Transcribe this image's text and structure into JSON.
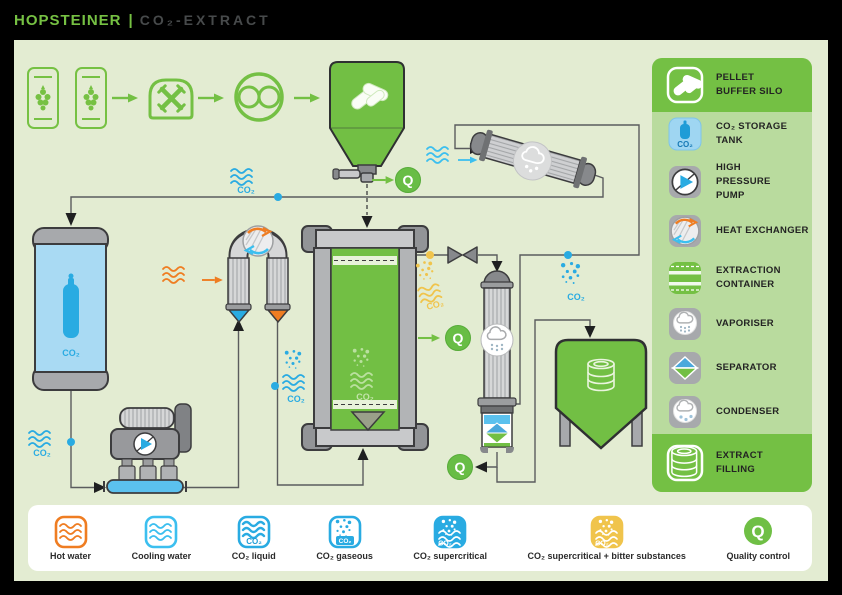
{
  "header": {
    "brand": "HOPSTEINER",
    "divider": "|",
    "title": "CO₂-EXTRACT"
  },
  "strings": {
    "co2": "CO₂",
    "q": "Q"
  },
  "sidebar": {
    "items": [
      {
        "label": "PELLET\nBUFFER SILO",
        "icon": "pellet-silo-icon",
        "highlight": true
      },
      {
        "label": "CO₂ STORAGE TANK",
        "icon": "co2-tank-icon",
        "highlight": false
      },
      {
        "label": "HIGH\nPRESSURE\nPUMP",
        "icon": "pump-icon",
        "highlight": false
      },
      {
        "label": "HEAT EXCHANGER",
        "icon": "heat-exchanger-icon",
        "highlight": false
      },
      {
        "label": "EXTRACTION\nCONTAINER",
        "icon": "extraction-container-icon",
        "highlight": false
      },
      {
        "label": "VAPORISER",
        "icon": "vaporiser-icon",
        "highlight": false
      },
      {
        "label": "SEPARATOR",
        "icon": "separator-icon",
        "highlight": false
      },
      {
        "label": "CONDENSER",
        "icon": "condenser-icon",
        "highlight": false
      },
      {
        "label": "EXTRACT\nFILLING",
        "icon": "extract-filling-icon",
        "highlight": true
      }
    ]
  },
  "bottom_legend": {
    "items": [
      {
        "label": "Hot water",
        "icon": "hot-water-icon"
      },
      {
        "label": "Cooling water",
        "icon": "cooling-water-icon"
      },
      {
        "label": "CO₂ liquid",
        "icon": "co2-liquid-icon"
      },
      {
        "label": "CO₂ gaseous",
        "icon": "co2-gaseous-icon"
      },
      {
        "label": "CO₂ supercritical",
        "icon": "co2-supercritical-icon"
      },
      {
        "label": "CO₂ supercritical + bitter substances",
        "icon": "co2-bitter-icon"
      },
      {
        "label": "Quality control",
        "icon": "quality-control-icon"
      }
    ]
  },
  "colors": {
    "accent_green": "#74c044",
    "panel_green": "#b9db9e",
    "canvas_green": "#e3ecd2",
    "blue": "#29abe2",
    "cyan": "#3cbfef",
    "light_blue_tank": "#a9daf3",
    "orange": "#ef7d22",
    "yellow": "#f0c44c",
    "frame_black": "#000000"
  }
}
